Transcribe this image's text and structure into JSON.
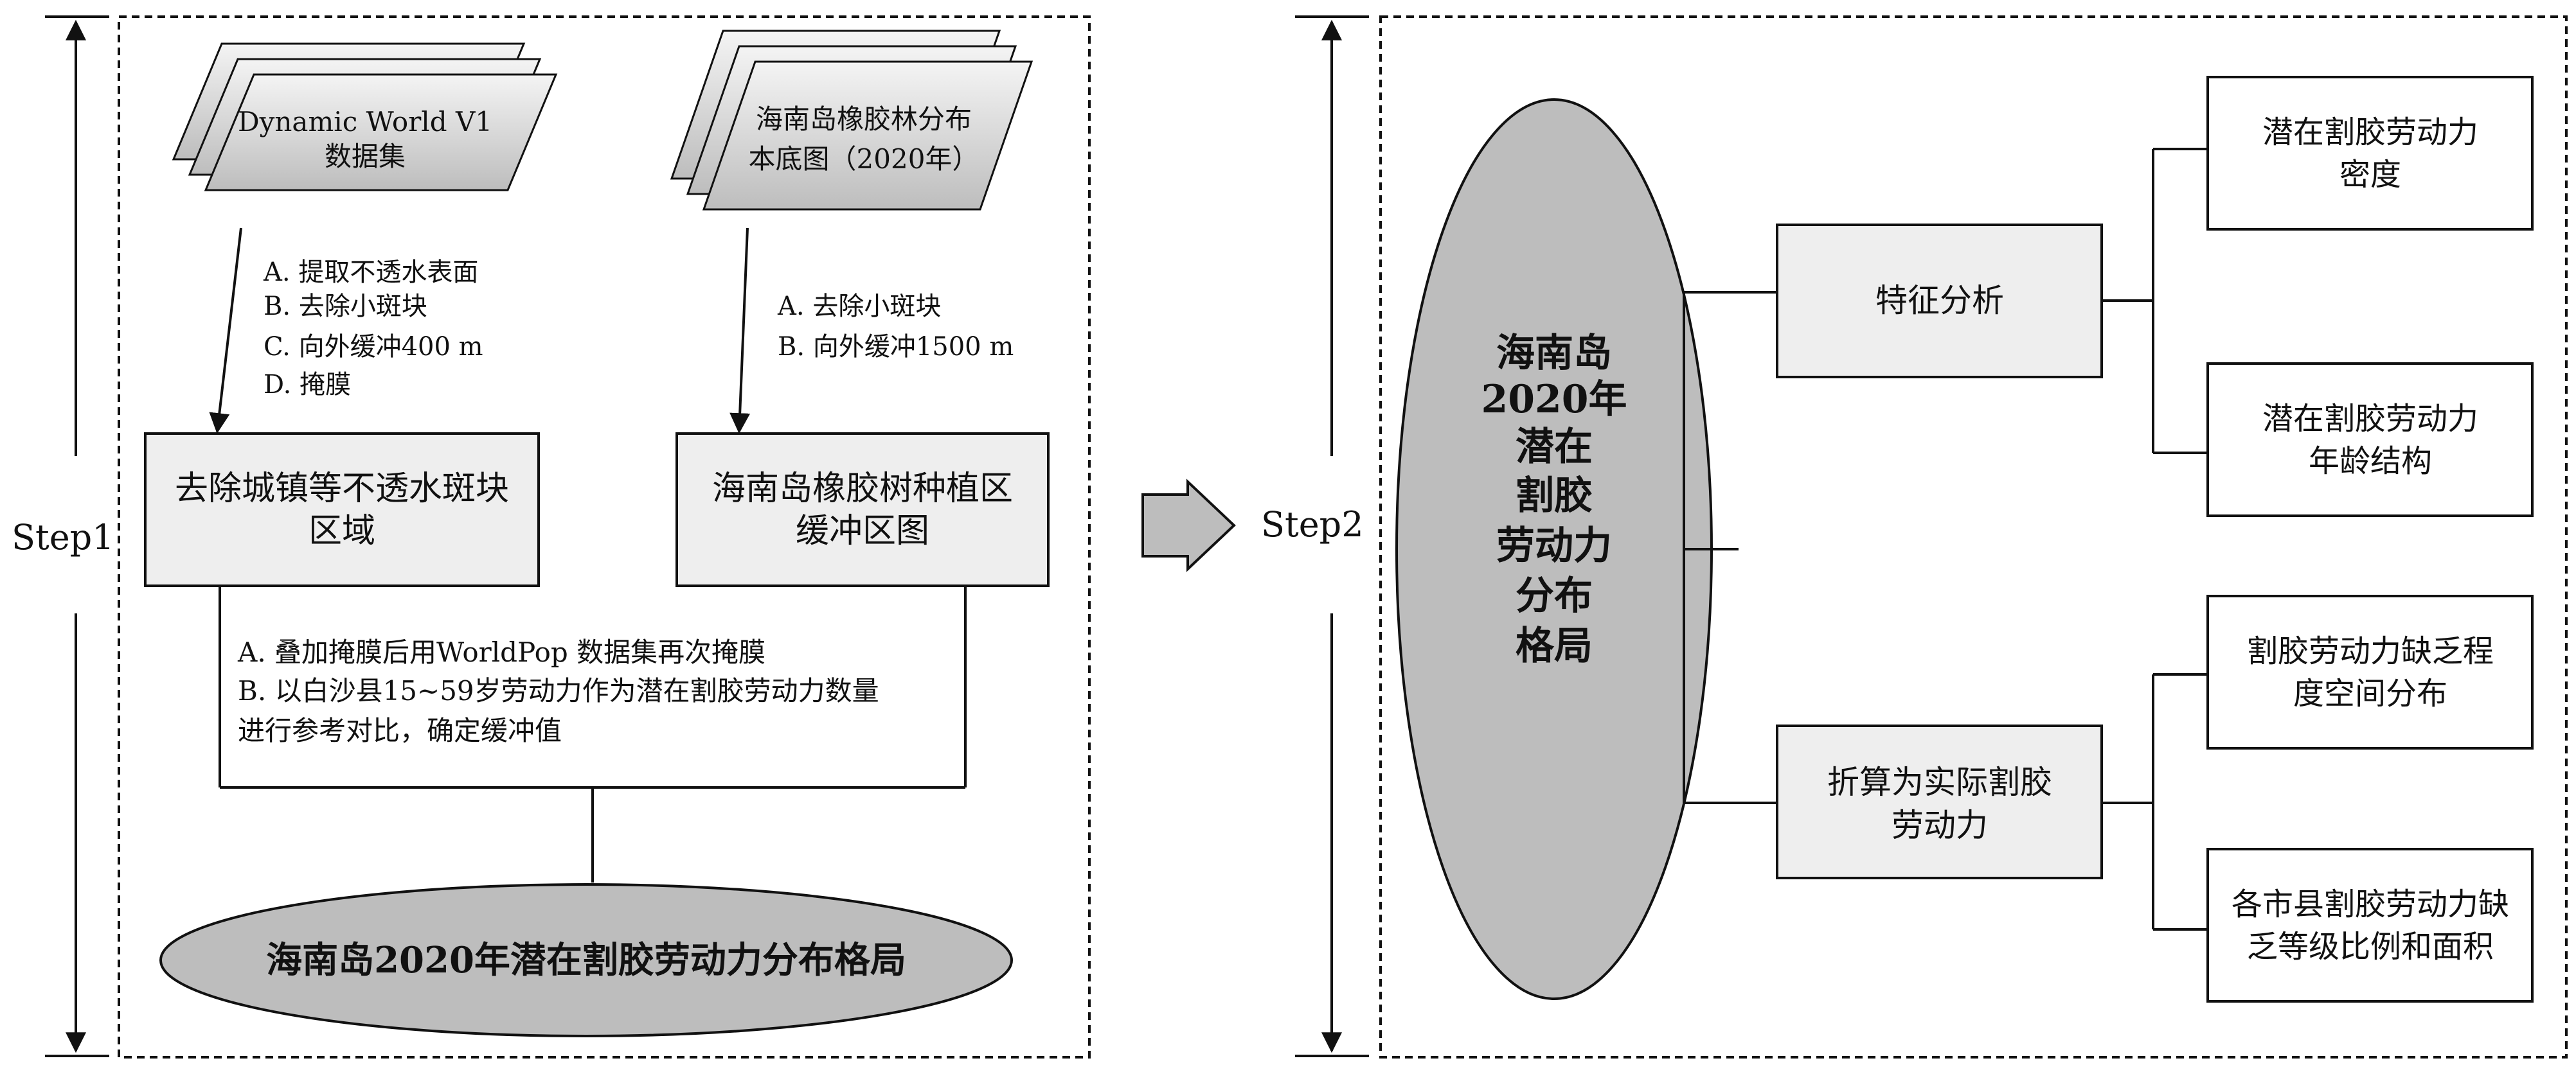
{
  "diagram": {
    "step1": {
      "label": "Step1",
      "source_dynamic_world": {
        "line1": "Dynamic World V1",
        "line2": "数据集"
      },
      "source_rubber_map": {
        "line1": "海南岛橡胶林分布",
        "line2": "本底图（2020年）"
      },
      "ops_left": [
        "A. 提取不透水表面",
        "B. 去除小斑块",
        "C. 向外缓冲400 m",
        "D. 掩膜"
      ],
      "ops_right": [
        "A. 去除小斑块",
        "B. 向外缓冲1500 m"
      ],
      "box_urban": {
        "line1": "去除城镇等不透水斑块",
        "line2": "区域"
      },
      "box_buffer": {
        "line1": "海南岛橡胶树种植区",
        "line2": "缓冲区图"
      },
      "ops_merge": [
        "A. 叠加掩膜后用WorldPop  数据集再次掩膜",
        "B. 以白沙县15~59岁劳动力作为潜在割胶劳动力数量",
        "进行参考对比，确定缓冲值"
      ],
      "result": "海南岛2020年潜在割胶劳动力分布格局"
    },
    "step2": {
      "label": "Step2",
      "ellipse_lines": [
        "海南岛",
        "2020年",
        "潜在",
        "割胶",
        "劳动力",
        "分布",
        "格局"
      ],
      "feature_analysis": "特征分析",
      "convert": {
        "line1": "折算为实际割胶",
        "line2": "劳动力"
      },
      "density": {
        "line1": "潜在割胶劳动力",
        "line2": "密度"
      },
      "age_structure": {
        "line1": "潜在割胶劳动力",
        "line2": "年龄结构"
      },
      "shortage_spatial": {
        "line1": "割胶劳动力缺乏程",
        "line2": "度空间分布"
      },
      "shortage_grade": {
        "line1": "各市县割胶劳动力缺",
        "line2": "乏等级比例和面积"
      }
    }
  }
}
